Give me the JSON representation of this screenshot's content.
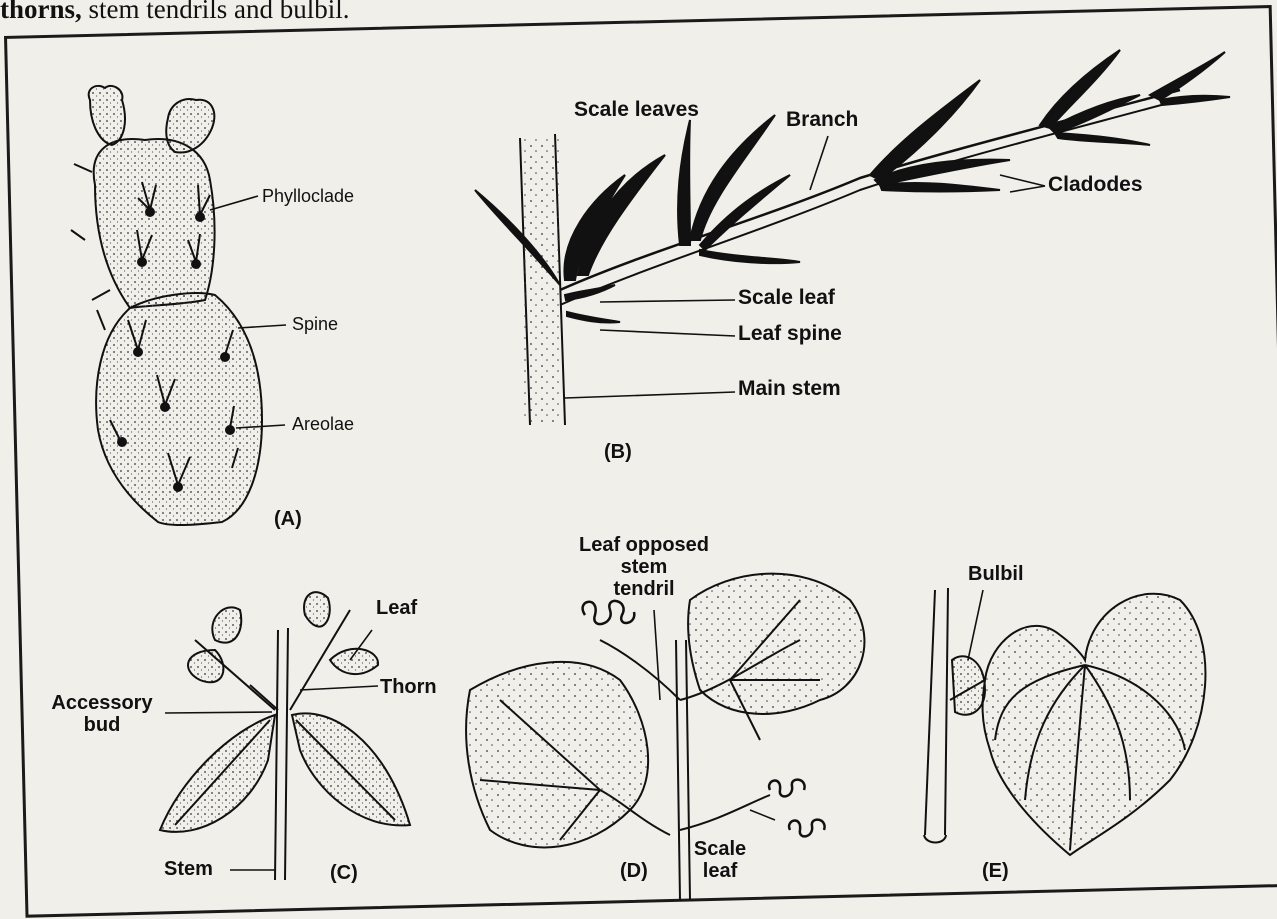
{
  "caption": {
    "bold": "thorns,",
    "rest": " stem tendrils and bulbil."
  },
  "panels": {
    "a": {
      "tag": "(A)",
      "labels": {
        "phylloclade": "Phylloclade",
        "spine": "Spine",
        "areolae": "Areolae"
      }
    },
    "b": {
      "tag": "(B)",
      "labels": {
        "scale_leaves": "Scale leaves",
        "branch": "Branch",
        "cladodes": "Cladodes",
        "scale_leaf": "Scale leaf",
        "leaf_spine": "Leaf spine",
        "main_stem": "Main stem"
      }
    },
    "c": {
      "tag": "(C)",
      "labels": {
        "leaf": "Leaf",
        "thorn": "Thorn",
        "accessory_1": "Accessory",
        "accessory_2": "bud",
        "stem": "Stem"
      }
    },
    "d": {
      "tag": "(D)",
      "labels": {
        "tendril_1": "Leaf opposed",
        "tendril_2": "stem",
        "tendril_3": "tendril",
        "scale_1": "Scale",
        "scale_2": "leaf"
      }
    },
    "e": {
      "tag": "(E)",
      "labels": {
        "bulbil": "Bulbil"
      }
    }
  }
}
